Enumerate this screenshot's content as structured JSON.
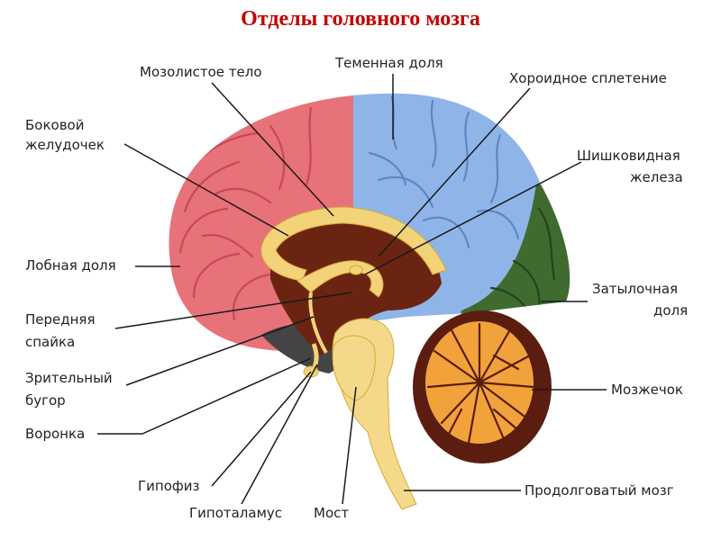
{
  "title": "Отделы головного мозга",
  "colors": {
    "title": "#c40000",
    "frontal": "#e8727a",
    "parietal": "#8fb5e8",
    "occipital": "#3f6b2e",
    "cerebellum_white": "#f2a23a",
    "cerebellum_dark": "#5a1d10",
    "corpus_callosum": "#f2d37a",
    "diencephalon": "#6b2412",
    "brainstem": "#f4d98a",
    "temporal_dark": "#444444"
  },
  "labels": {
    "corpus_callosum": "Мозолистое тело",
    "parietal_lobe": "Теменная доля",
    "choroid_plexus": "Хороидное сплетение",
    "lateral_ventricle_1": "Боковой",
    "lateral_ventricle_2": "желудочек",
    "pineal_1": "Шишковидная",
    "pineal_2": "железа",
    "frontal_lobe": "Лобная доля",
    "occipital_1": "Затылочная",
    "occipital_2": "доля",
    "anterior_commissure_1": "Передняя",
    "anterior_commissure_2": "спайка",
    "thalamus_1": "Зрительный",
    "thalamus_2": "бугор",
    "cerebellum": "Мозжечок",
    "infundibulum": "Воронка",
    "pituitary": "Гипофиз",
    "medulla": "Продолговатый мозг",
    "hypothalamus": "Гипоталамус",
    "pons": "Мост"
  }
}
